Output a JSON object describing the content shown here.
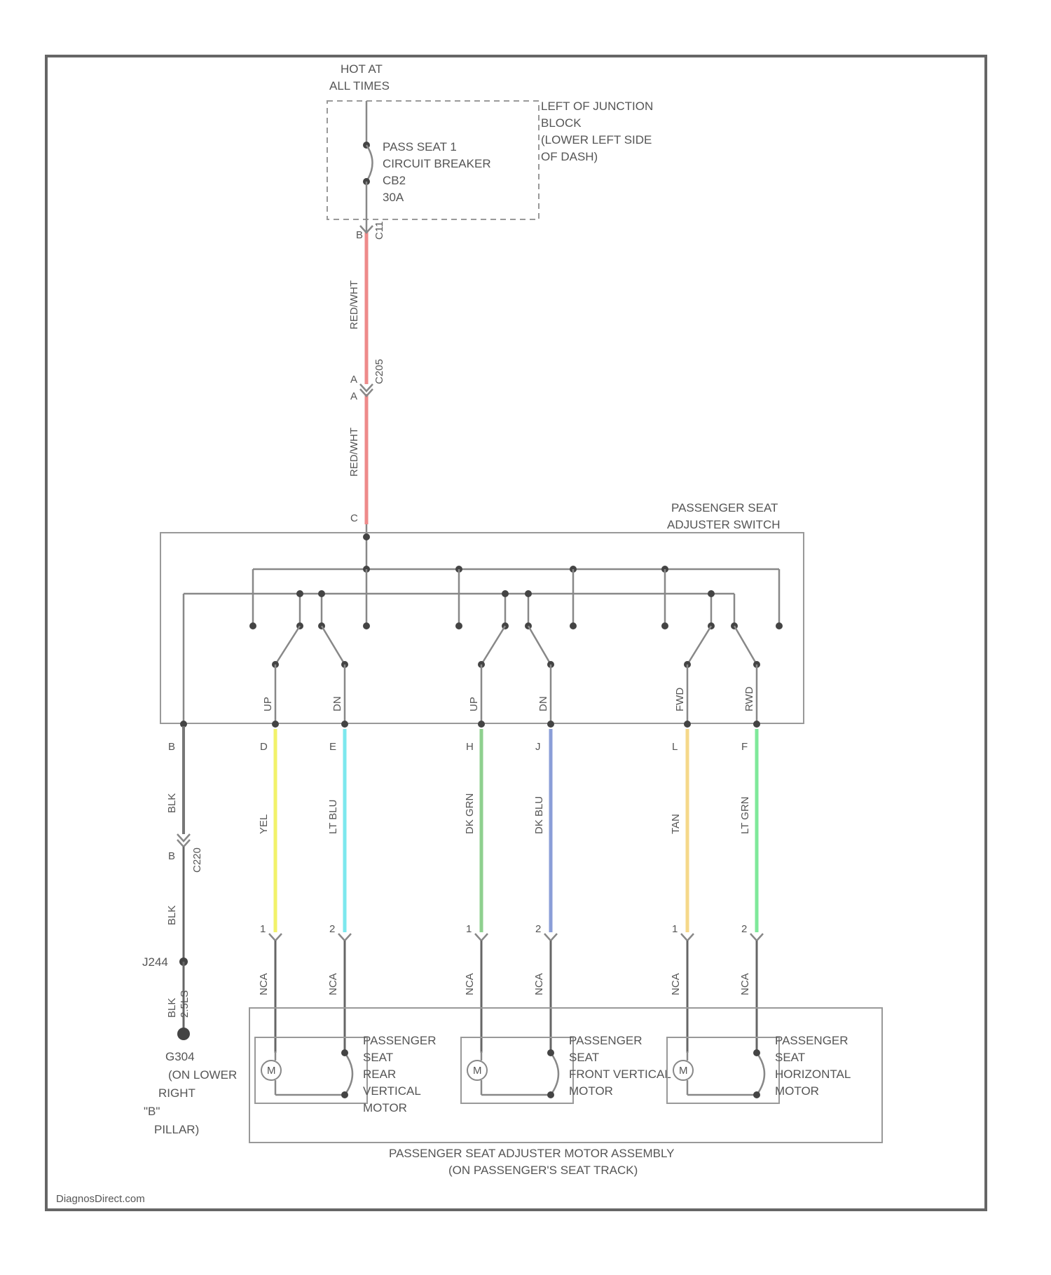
{
  "power": {
    "hot_line1": "HOT AT",
    "hot_line2": "ALL TIMES",
    "breaker_line1": "PASS SEAT 1",
    "breaker_line2": "CIRCUIT BREAKER",
    "breaker_line3": "CB2",
    "breaker_line4": "30A",
    "location_line1": "LEFT OF JUNCTION",
    "location_line2": "BLOCK",
    "location_line3": "(LOWER LEFT SIDE",
    "location_line4": "OF DASH)",
    "pin_top": "B",
    "conn_top": "C11",
    "wire_color_upper": "RED/WHT",
    "wire_color_lower": "RED/WHT",
    "pin_mid_a": "A",
    "pin_mid_b": "A",
    "conn_mid": "C205",
    "pin_switch": "C",
    "wire_red_color": "#ee8a8a"
  },
  "switch": {
    "title_line1": "PASSENGER SEAT",
    "title_line2": "ADJUSTER SWITCH",
    "contacts": [
      "UP",
      "DN",
      "UP",
      "DN",
      "FWD",
      "RWD"
    ]
  },
  "wires": [
    {
      "pin_top": "B",
      "color_label": "BLK",
      "color_hex": "#777777"
    },
    {
      "pin_top": "D",
      "color_label": "YEL",
      "color_hex": "#f2f26a"
    },
    {
      "pin_top": "E",
      "color_label": "LT BLU",
      "color_hex": "#7de8ee"
    },
    {
      "pin_top": "H",
      "color_label": "DK GRN",
      "color_hex": "#8ed08e"
    },
    {
      "pin_top": "J",
      "color_label": "DK BLU",
      "color_hex": "#8a9ed8"
    },
    {
      "pin_top": "L",
      "color_label": "TAN",
      "color_hex": "#f5d88a"
    },
    {
      "pin_top": "F",
      "color_label": "LT GRN",
      "color_hex": "#7fe89a"
    }
  ],
  "ground": {
    "pin_a": "B",
    "conn": "C220",
    "color_lower": "BLK",
    "splice": "J244",
    "ground_wire": "BLK",
    "ground_wire_note": "2.5LS",
    "ground_name": "G304",
    "loc_line1": "(ON LOWER",
    "loc_line2": "RIGHT",
    "loc_line3": "\"B\"",
    "loc_line4": "PILLAR)"
  },
  "motor_pins": [
    "1",
    "2",
    "1",
    "2",
    "1",
    "2"
  ],
  "motor_wire_label": "NCA",
  "motors": [
    {
      "symbol": "M",
      "line1": "PASSENGER",
      "line2": "SEAT",
      "line3": "REAR",
      "line4": "VERTICAL",
      "line5": "MOTOR"
    },
    {
      "symbol": "M",
      "line1": "PASSENGER",
      "line2": "SEAT",
      "line3": "FRONT VERTICAL",
      "line4": "MOTOR",
      "line5": ""
    },
    {
      "symbol": "M",
      "line1": "PASSENGER",
      "line2": "SEAT",
      "line3": "HORIZONTAL",
      "line4": "MOTOR",
      "line5": ""
    }
  ],
  "assembly": {
    "line1": "PASSENGER SEAT ADJUSTER MOTOR ASSEMBLY",
    "line2": "(ON PASSENGER'S SEAT TRACK)"
  },
  "watermark": "DiagnosDirect.com"
}
